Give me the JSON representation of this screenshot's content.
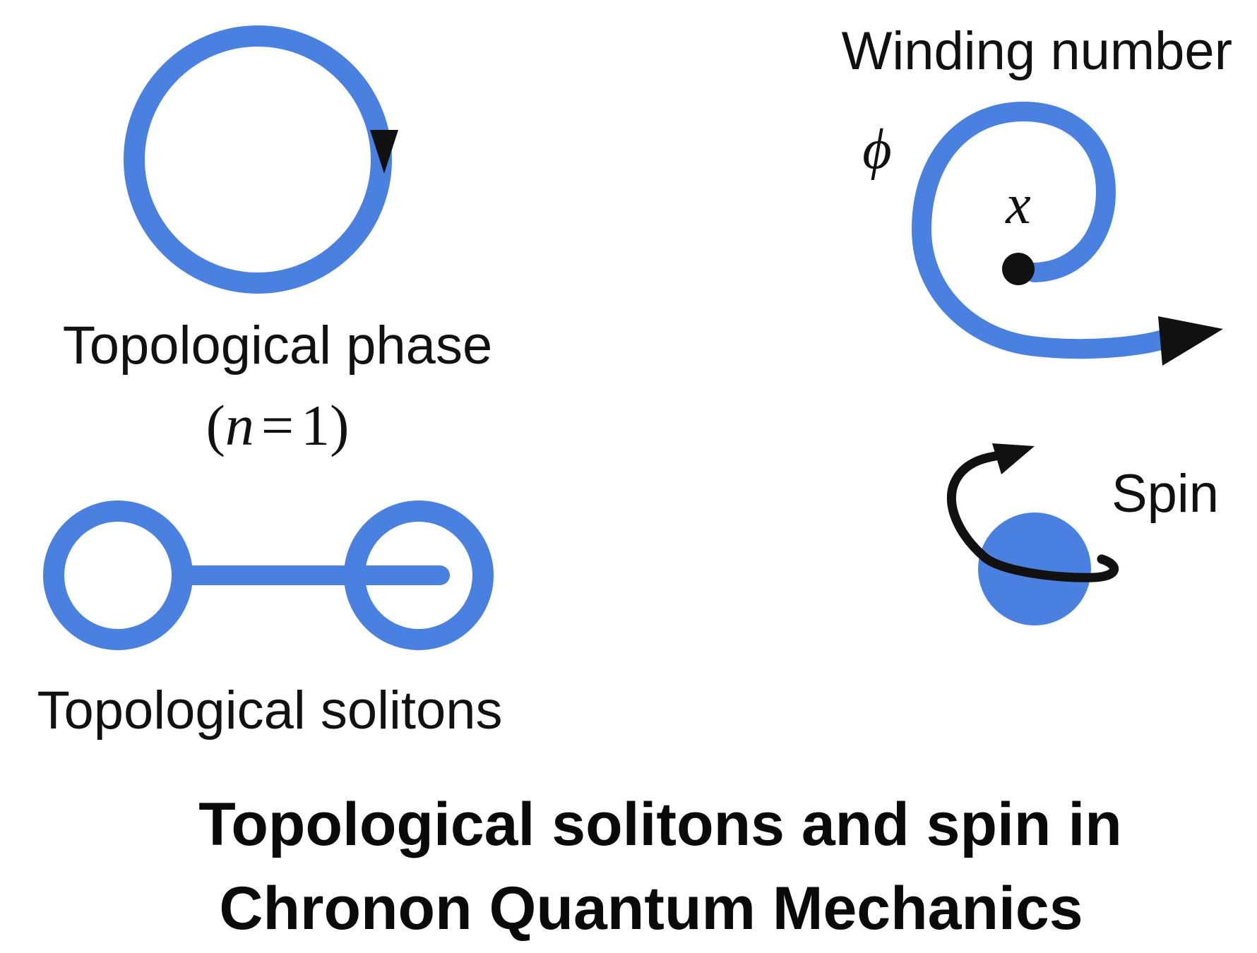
{
  "colors": {
    "accent": "#4a80e0",
    "ink": "#111111"
  },
  "labels": {
    "topological_phase": "Topological phase",
    "phase_condition": {
      "open": "(",
      "var": "n",
      "eq": "=",
      "value": "1",
      "close": ")"
    },
    "topological_solitons": "Topological solitons",
    "winding_number": "Winding number",
    "phi_symbol": "ϕ",
    "x_symbol": "x",
    "spin": "Spin"
  },
  "title": {
    "line1": "Topological solitons and spin in",
    "line2": "Chronon Quantum Mechanics"
  },
  "icons": {
    "phase_loop": "circular-arrow-icon",
    "soliton_pair": "linked-rings-icon",
    "winding": "spiral-arrow-icon",
    "spin": "spinning-sphere-icon"
  }
}
